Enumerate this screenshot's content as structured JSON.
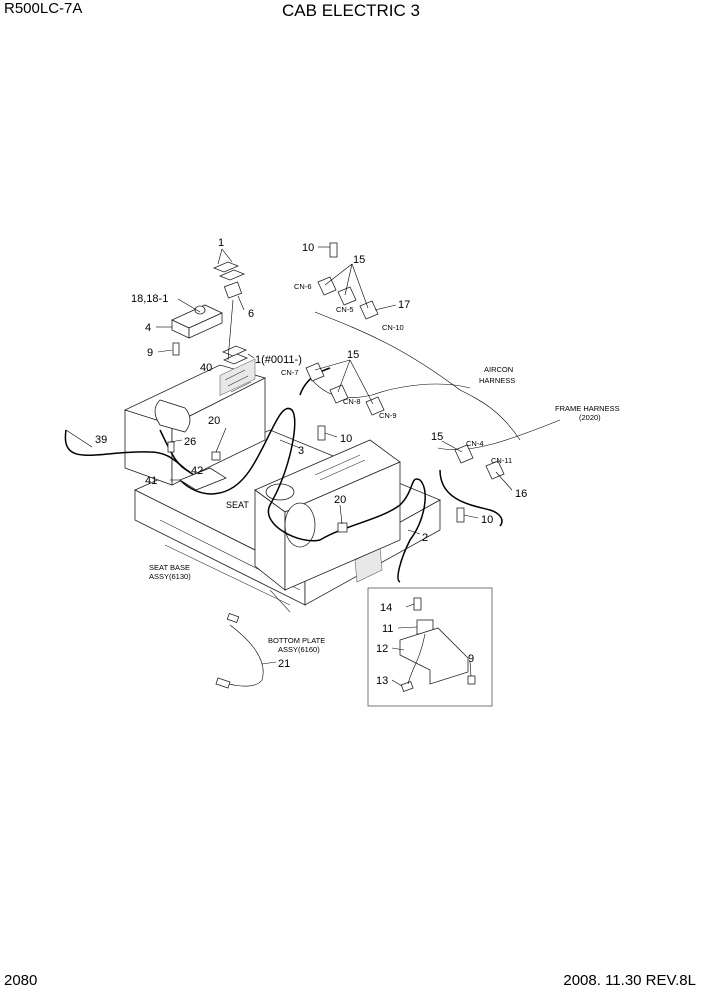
{
  "header": {
    "model": "R500LC-7A",
    "title": "CAB ELECTRIC 3"
  },
  "footer": {
    "page": "2080",
    "date_rev": "2008. 11.30  REV.8L"
  },
  "callouts": {
    "c1": "1",
    "c18": "18,18-1",
    "c4": "4",
    "c9a": "9",
    "c6": "6",
    "c40": "40",
    "c1b": "1(#0011-)",
    "c20a": "20",
    "c39": "39",
    "c26": "26",
    "c42": "42",
    "c41": "41",
    "c3": "3",
    "c20b": "20",
    "c2": "2",
    "c10a": "10",
    "c15a": "15",
    "c17": "17",
    "c15b": "15",
    "c10b": "10",
    "c15c": "15",
    "c16": "16",
    "c10c": "10",
    "c21": "21",
    "c14": "14",
    "c11": "11",
    "c12": "12",
    "c9b": "9",
    "c13": "13"
  },
  "connectors": {
    "cn6": "CN-6",
    "cn5": "CN-5",
    "cn10": "CN-10",
    "cn7": "CN-7",
    "cn8": "CN-8",
    "cn9": "CN-9",
    "cn4": "CN-4",
    "cn11": "CN-11"
  },
  "notes": {
    "seat": "SEAT",
    "aircon_1": "AIRCON",
    "aircon_2": "HARNESS",
    "frame_1": "FRAME HARNESS",
    "frame_2": "(2020)",
    "seatbase_1": "SEAT BASE",
    "seatbase_2": "ASSY(6130)",
    "bottom_1": "BOTTOM PLATE",
    "bottom_2": "ASSY(6160)"
  }
}
